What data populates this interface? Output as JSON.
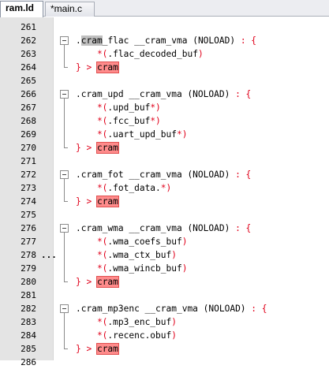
{
  "tabs": [
    {
      "label": "ram.ld",
      "active": true
    },
    {
      "label": "*main.c",
      "active": false
    }
  ],
  "colors": {
    "keyword": "#e0001a",
    "highlight": "#ff8b8b",
    "selection": "#c0c0c0"
  },
  "editor": {
    "lines": [
      {
        "num": "261",
        "fold": "none",
        "segments": []
      },
      {
        "num": "262",
        "fold": "start",
        "segments": [
          {
            "t": ".",
            "c": "id"
          },
          {
            "t": "cram",
            "c": "sel"
          },
          {
            "t": "_flac __cram_vma (NOLOAD) ",
            "c": "id"
          },
          {
            "t": ": {",
            "c": "red"
          }
        ]
      },
      {
        "num": "263",
        "fold": "line",
        "segments": [
          {
            "t": "    *(",
            "c": "red"
          },
          {
            "t": ".flac_decoded_buf",
            "c": "id"
          },
          {
            "t": ")",
            "c": "red"
          }
        ]
      },
      {
        "num": "264",
        "fold": "end",
        "segments": [
          {
            "t": "} > ",
            "c": "red"
          },
          {
            "t": "cram",
            "c": "hl"
          }
        ]
      },
      {
        "num": "265",
        "fold": "none",
        "segments": []
      },
      {
        "num": "266",
        "fold": "start",
        "segments": [
          {
            "t": ".cram_upd __cram_vma (NOLOAD) ",
            "c": "id"
          },
          {
            "t": ": {",
            "c": "red"
          }
        ]
      },
      {
        "num": "267",
        "fold": "line",
        "segments": [
          {
            "t": "    *(",
            "c": "red"
          },
          {
            "t": ".upd_buf",
            "c": "id"
          },
          {
            "t": "*)",
            "c": "red"
          }
        ]
      },
      {
        "num": "268",
        "fold": "line",
        "segments": [
          {
            "t": "    *(",
            "c": "red"
          },
          {
            "t": ".fcc_buf",
            "c": "id"
          },
          {
            "t": "*)",
            "c": "red"
          }
        ]
      },
      {
        "num": "269",
        "fold": "line",
        "segments": [
          {
            "t": "    *(",
            "c": "red"
          },
          {
            "t": ".uart_upd_buf",
            "c": "id"
          },
          {
            "t": "*)",
            "c": "red"
          }
        ]
      },
      {
        "num": "270",
        "fold": "end",
        "segments": [
          {
            "t": "} > ",
            "c": "red"
          },
          {
            "t": "cram",
            "c": "hl"
          }
        ]
      },
      {
        "num": "271",
        "fold": "none",
        "segments": []
      },
      {
        "num": "272",
        "fold": "start",
        "segments": [
          {
            "t": ".cram_fot __cram_vma (NOLOAD) ",
            "c": "id"
          },
          {
            "t": ": {",
            "c": "red"
          }
        ]
      },
      {
        "num": "273",
        "fold": "line",
        "segments": [
          {
            "t": "    *(",
            "c": "red"
          },
          {
            "t": ".fot_data.",
            "c": "id"
          },
          {
            "t": "*)",
            "c": "red"
          }
        ]
      },
      {
        "num": "274",
        "fold": "end",
        "segments": [
          {
            "t": "} > ",
            "c": "red"
          },
          {
            "t": "cram",
            "c": "hl"
          }
        ]
      },
      {
        "num": "275",
        "fold": "none",
        "segments": []
      },
      {
        "num": "276",
        "fold": "start",
        "segments": [
          {
            "t": ".cram_wma __cram_vma (NOLOAD) ",
            "c": "id"
          },
          {
            "t": ": {",
            "c": "red"
          }
        ]
      },
      {
        "num": "277",
        "fold": "line",
        "segments": [
          {
            "t": "    *(",
            "c": "red"
          },
          {
            "t": ".wma_coefs_buf",
            "c": "id"
          },
          {
            "t": ")",
            "c": "red"
          }
        ]
      },
      {
        "num": "278",
        "fold": "line",
        "dots": "...",
        "segments": [
          {
            "t": "    *(",
            "c": "red"
          },
          {
            "t": ".wma_ctx_buf",
            "c": "id"
          },
          {
            "t": ")",
            "c": "red"
          }
        ]
      },
      {
        "num": "279",
        "fold": "line",
        "segments": [
          {
            "t": "    *(",
            "c": "red"
          },
          {
            "t": ".wma_wincb_buf",
            "c": "id"
          },
          {
            "t": ")",
            "c": "red"
          }
        ]
      },
      {
        "num": "280",
        "fold": "end",
        "segments": [
          {
            "t": "} > ",
            "c": "red"
          },
          {
            "t": "cram",
            "c": "hl"
          }
        ]
      },
      {
        "num": "281",
        "fold": "none",
        "segments": []
      },
      {
        "num": "282",
        "fold": "start",
        "segments": [
          {
            "t": ".cram_mp3enc __cram_vma (NOLOAD) ",
            "c": "id"
          },
          {
            "t": ": {",
            "c": "red"
          }
        ]
      },
      {
        "num": "283",
        "fold": "line",
        "segments": [
          {
            "t": "    *(",
            "c": "red"
          },
          {
            "t": ".mp3_enc_buf",
            "c": "id"
          },
          {
            "t": ")",
            "c": "red"
          }
        ]
      },
      {
        "num": "284",
        "fold": "line",
        "segments": [
          {
            "t": "    *(",
            "c": "red"
          },
          {
            "t": ".recenc.obuf",
            "c": "id"
          },
          {
            "t": ")",
            "c": "red"
          }
        ]
      },
      {
        "num": "285",
        "fold": "end",
        "segments": [
          {
            "t": "} > ",
            "c": "red"
          },
          {
            "t": "cram",
            "c": "hl"
          }
        ]
      },
      {
        "num": "286",
        "fold": "none",
        "segments": []
      }
    ]
  }
}
